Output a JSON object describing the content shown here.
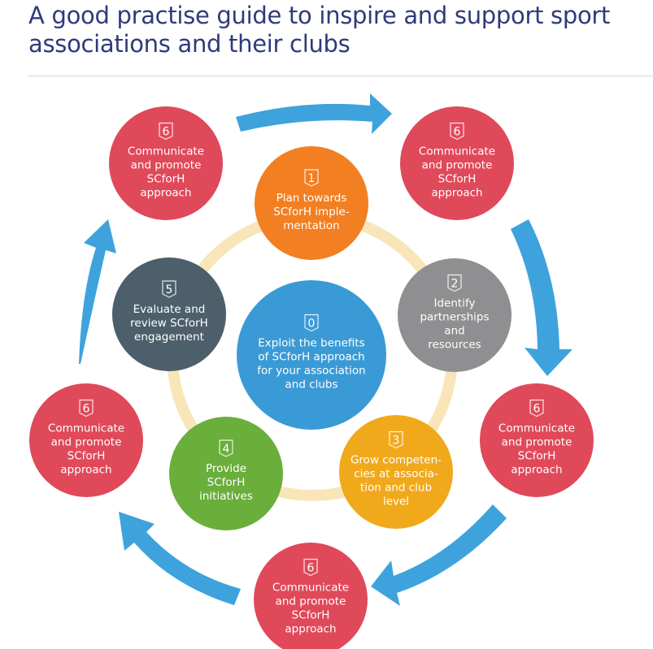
{
  "header": {
    "title_line1": "A good practise guide to inspire and support sport",
    "title_line2": "associations and their clubs"
  },
  "colors": {
    "title": "#2f3a7b",
    "arrow": "#3ea3dc",
    "ring": "#f8e6b8",
    "red": "#e0495a",
    "orange": "#f27f22",
    "grey": "#8f8f91",
    "yellow": "#f1a91c",
    "green": "#6aae3b",
    "slate": "#4c5f6b",
    "center": "#3a9ad6"
  },
  "nodes": {
    "center": {
      "num": "0",
      "lines": [
        "Exploit the benefits",
        "of SCforH approach",
        "for your association",
        "and clubs"
      ]
    },
    "plan": {
      "num": "1",
      "lines": [
        "Plan towards",
        "SCforH imple-",
        "mentation"
      ]
    },
    "identify": {
      "num": "2",
      "lines": [
        "Identify",
        "partnerships",
        "and",
        "resources"
      ]
    },
    "grow": {
      "num": "3",
      "lines": [
        "Grow competen-",
        "cies at associa-",
        "tion and club",
        "level"
      ]
    },
    "provide": {
      "num": "4",
      "lines": [
        "Provide",
        "SCforH",
        "initiatives"
      ]
    },
    "evaluate": {
      "num": "5",
      "lines": [
        "Evaluate and",
        "review SCforH",
        "engagement"
      ]
    },
    "communicate": {
      "num": "6",
      "lines": [
        "Communicate",
        "and promote",
        "SCforH",
        "approach"
      ]
    }
  }
}
